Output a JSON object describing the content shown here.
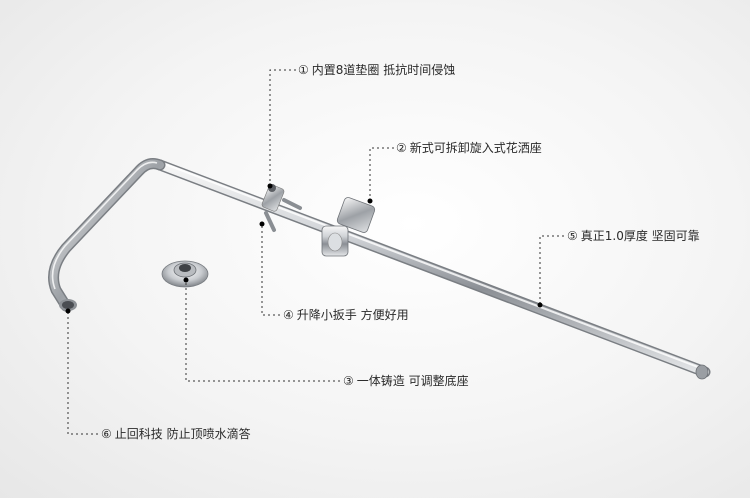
{
  "callouts": [
    {
      "id": "c1",
      "num": "①",
      "text": "内置8道垫圈 抵抗时间侵蚀"
    },
    {
      "id": "c2",
      "num": "②",
      "text": "新式可拆卸旋入式花洒座"
    },
    {
      "id": "c3",
      "num": "③",
      "text": "一体铸造 可调整底座"
    },
    {
      "id": "c4",
      "num": "④",
      "text": "升降小扳手 方便好用"
    },
    {
      "id": "c5",
      "num": "⑤",
      "text": "真正1.0厚度 坚固可靠"
    },
    {
      "id": "c6",
      "num": "⑥",
      "text": "止回科技 防止顶喷水滴答"
    }
  ]
}
